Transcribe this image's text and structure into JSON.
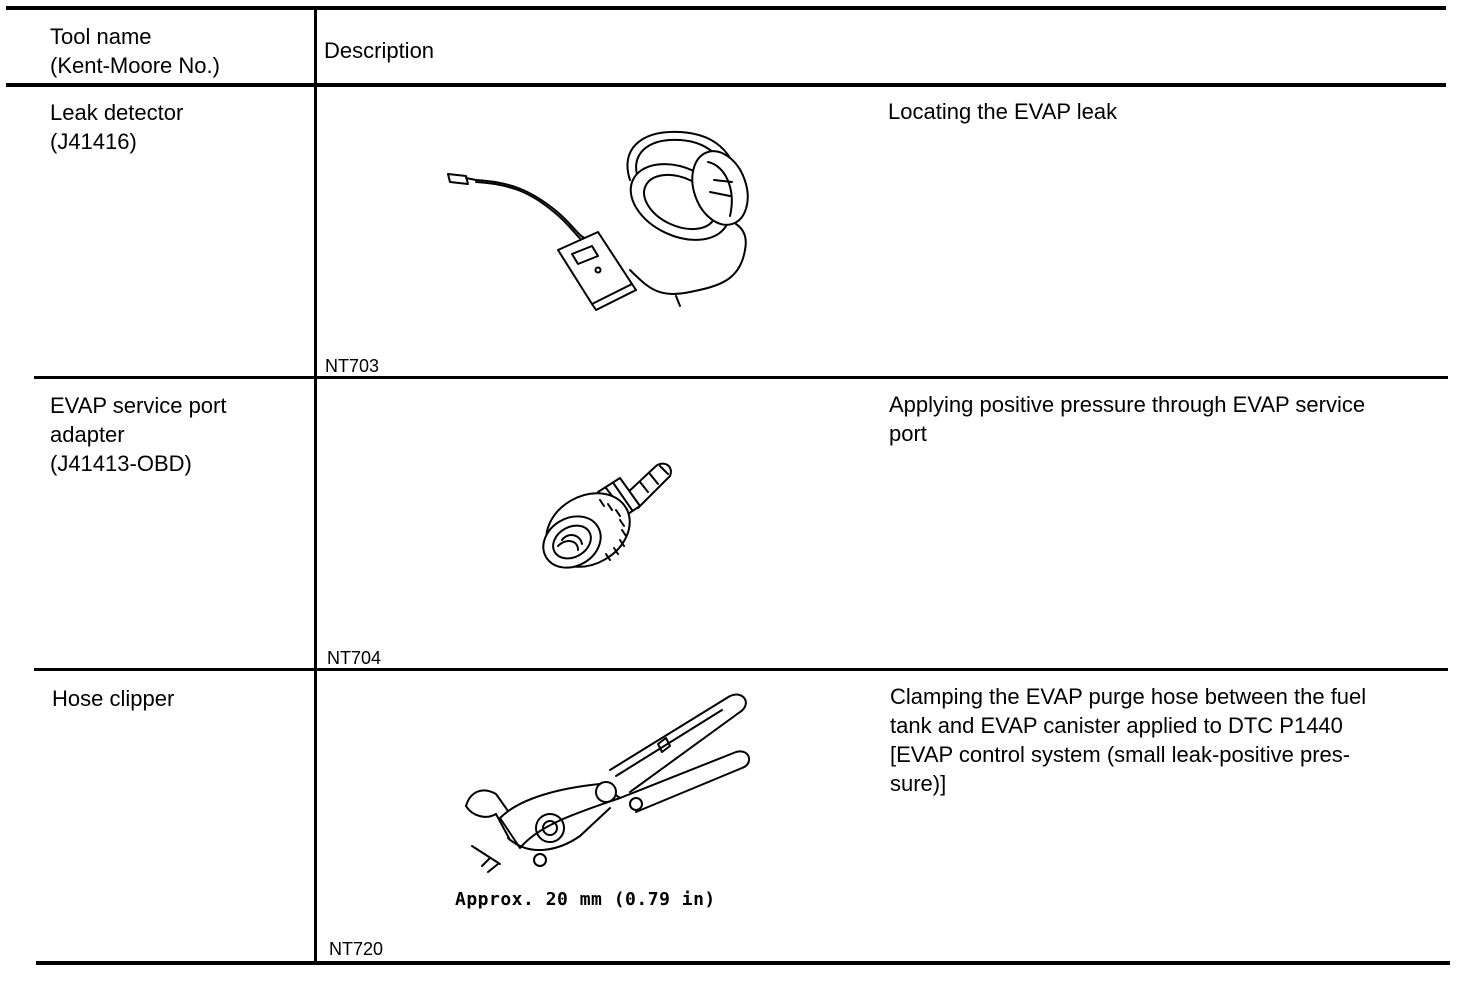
{
  "table": {
    "header": {
      "tool_name": "Tool name\n(Kent-Moore No.)",
      "description": "Description"
    },
    "rows": [
      {
        "tool_name": "Leak detector\n(J41416)",
        "figure_code": "NT703",
        "description": "Locating the EVAP leak",
        "illustration": "leak-detector-illustration"
      },
      {
        "tool_name": "EVAP service port\nadapter\n(J41413-OBD)",
        "figure_code": "NT704",
        "description": "Applying positive pressure through EVAP service\nport",
        "illustration": "service-port-adapter-illustration"
      },
      {
        "tool_name": "Hose clipper",
        "figure_code": "NT720",
        "description": "Clamping the EVAP purge hose between the fuel\ntank and EVAP canister applied to DTC P1440\n[EVAP control system (small leak-positive pres-\nsure)]",
        "illustration": "hose-clipper-illustration",
        "dimension_label": "Approx. 20 mm (0.79 in)"
      }
    ]
  }
}
